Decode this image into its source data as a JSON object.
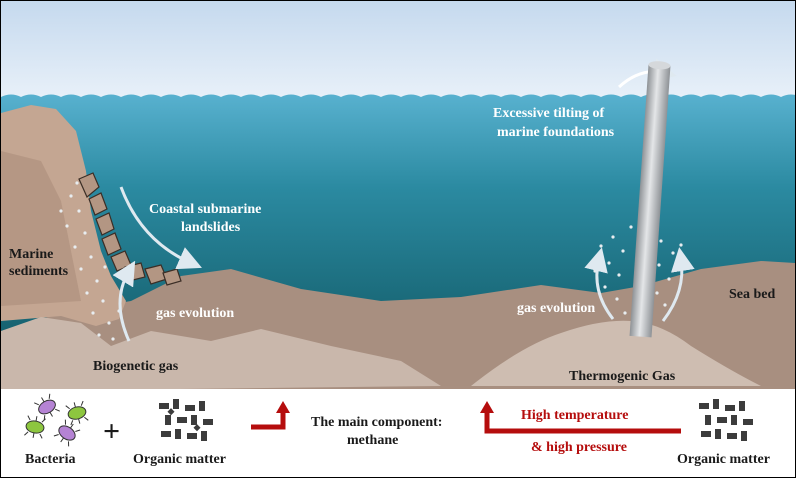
{
  "labels": {
    "marine_sediments_1": "Marine",
    "marine_sediments_2": "sediments",
    "landslides_1": "Coastal submarine",
    "landslides_2": "landslides",
    "gas_evolution_left": "gas evolution",
    "biogenetic_gas": "Biogenetic gas",
    "tilting_1": "Excessive tilting of",
    "tilting_2": "marine foundations",
    "gas_evolution_right": "gas evolution",
    "sea_bed": "Sea bed",
    "thermogenic_gas": "Thermogenic Gas"
  },
  "legend": {
    "bacteria": "Bacteria",
    "plus": "+",
    "organic_matter_left": "Organic matter",
    "main_component_1": "The main component:",
    "main_component_2": "methane",
    "high_temp": "High temperature",
    "high_pressure": "& high pressure",
    "organic_matter_right": "Organic matter"
  },
  "colors": {
    "sky_top": "#c9dcef",
    "water_surface": "#4aa3c2",
    "water_deep": "#15636f",
    "seabed": "#a88f80",
    "cliff": "#c4a692",
    "red_arrow": "#b50d0d",
    "bacteria_green": "#8dc63f",
    "bacteria_purple": "#b583d4"
  }
}
